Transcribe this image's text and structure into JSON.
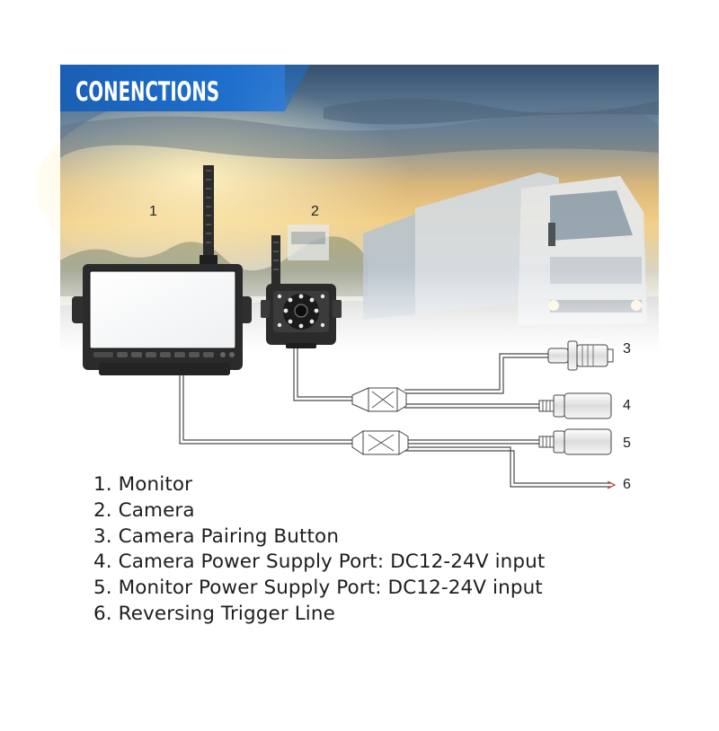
{
  "header": {
    "title": "CONENCTIONS"
  },
  "callouts": {
    "monitor": "1",
    "camera": "2",
    "pairing_button": "3",
    "camera_power": "4",
    "monitor_power": "5",
    "trigger_line": "6"
  },
  "legend": {
    "items": [
      "1. Monitor",
      "2. Camera",
      "3. Camera Pairing Button",
      "4. Camera Power Supply  Port: DC12-24V input",
      "5. Monitor Power Supply  Port: DC12-24V input",
      "6. Reversing Trigger Line"
    ]
  },
  "colors": {
    "header_blue": "#1565c0",
    "sky_top": "#3d5a78",
    "sunset": "#f3c46b",
    "device_body": "#2b2b2b",
    "cable": "#555555"
  }
}
